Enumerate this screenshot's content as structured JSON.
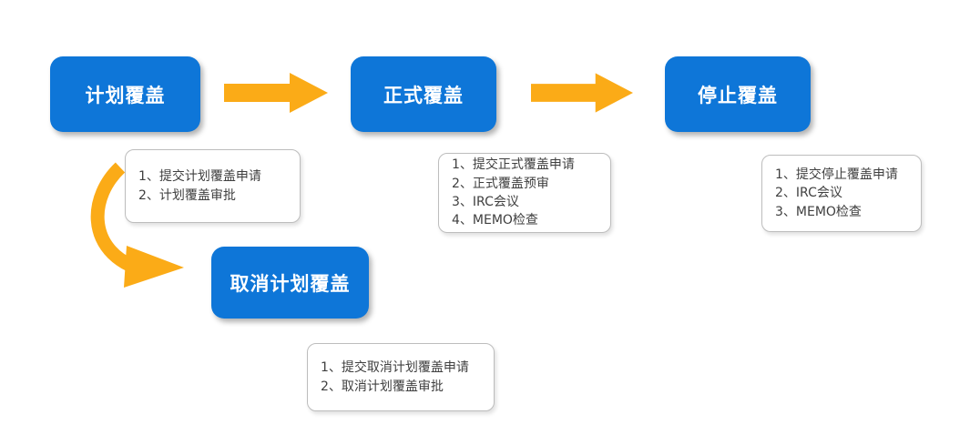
{
  "diagram": {
    "colors": {
      "node_fill": "#0e76d8",
      "node_text": "#ffffff",
      "arrow_fill": "#fbab17",
      "steps_border": "#bdbdbd",
      "steps_text": "#3f3f3f",
      "background": "#ffffff"
    },
    "nodes": [
      {
        "id": "plan",
        "label": "计划覆盖",
        "steps": [
          "1、提交计划覆盖申请",
          "2、计划覆盖审批"
        ]
      },
      {
        "id": "formal",
        "label": "正式覆盖",
        "steps": [
          "1、提交正式覆盖申请",
          "2、正式覆盖预审",
          "3、IRC会议",
          "4、MEMO检查"
        ]
      },
      {
        "id": "stop",
        "label": "停止覆盖",
        "steps": [
          "1、提交停止覆盖申请",
          "2、IRC会议",
          "3、MEMO检查"
        ]
      },
      {
        "id": "cancel",
        "label": "取消计划覆盖",
        "steps": [
          "1、提交取消计划覆盖申请",
          "2、取消计划覆盖审批"
        ]
      }
    ],
    "flows": [
      {
        "from": "计划覆盖",
        "to": "正式覆盖"
      },
      {
        "from": "正式覆盖",
        "to": "停止覆盖"
      },
      {
        "from": "计划覆盖",
        "to": "取消计划覆盖"
      }
    ]
  }
}
